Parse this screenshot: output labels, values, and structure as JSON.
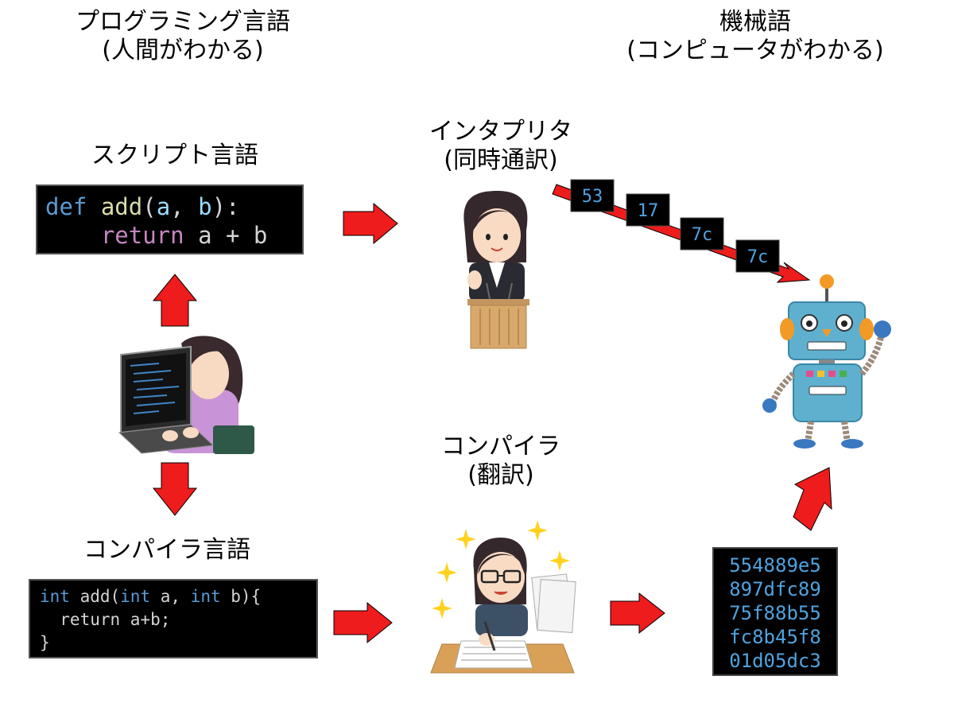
{
  "headers": {
    "programming_lang": "プログラミング言語",
    "programming_sub": "(人間がわかる)",
    "machine_lang": "機械語",
    "machine_sub": "(コンピュータがわかる)"
  },
  "script_lang": {
    "title": "スクリプト言語",
    "code": [
      [
        [
          "def ",
          "#5a9bd5"
        ],
        [
          "add",
          "#dcdcaa"
        ],
        [
          "(",
          "#d4d4d4"
        ],
        [
          "a",
          "#9cdcfe"
        ],
        [
          ", ",
          "#d4d4d4"
        ],
        [
          "b",
          "#9cdcfe"
        ],
        [
          "):",
          "#d4d4d4"
        ]
      ],
      [
        [
          "    return ",
          "#c586c0"
        ],
        [
          "a + b",
          "#d4d4d4"
        ]
      ]
    ]
  },
  "compiler_lang": {
    "title": "コンパイラ言語",
    "code": [
      [
        [
          "int ",
          "#5a9bd5"
        ],
        [
          "add(",
          "#d4d4d4"
        ],
        [
          "int ",
          "#5a9bd5"
        ],
        [
          "a, ",
          "#d4d4d4"
        ],
        [
          "int ",
          "#5a9bd5"
        ],
        [
          "b){",
          "#d4d4d4"
        ]
      ],
      [
        [
          "  return a+b;",
          "#d4d4d4"
        ]
      ],
      [
        [
          "}",
          "#d4d4d4"
        ]
      ]
    ]
  },
  "interpreter": {
    "title": "インタプリタ",
    "subtitle": "(同時通訳)",
    "bytes": [
      "53",
      "17",
      "7c",
      "7c"
    ]
  },
  "compiler": {
    "title": "コンパイラ",
    "subtitle": "(翻訳)"
  },
  "machine_code": [
    "554889e5",
    "897dfc89",
    "75f88b55",
    "fc8b45f8",
    "01d05dc3"
  ],
  "colors": {
    "arrow": "#ee1c1c",
    "code_bg": "#000000",
    "hex_text": "#4fa3e0"
  }
}
